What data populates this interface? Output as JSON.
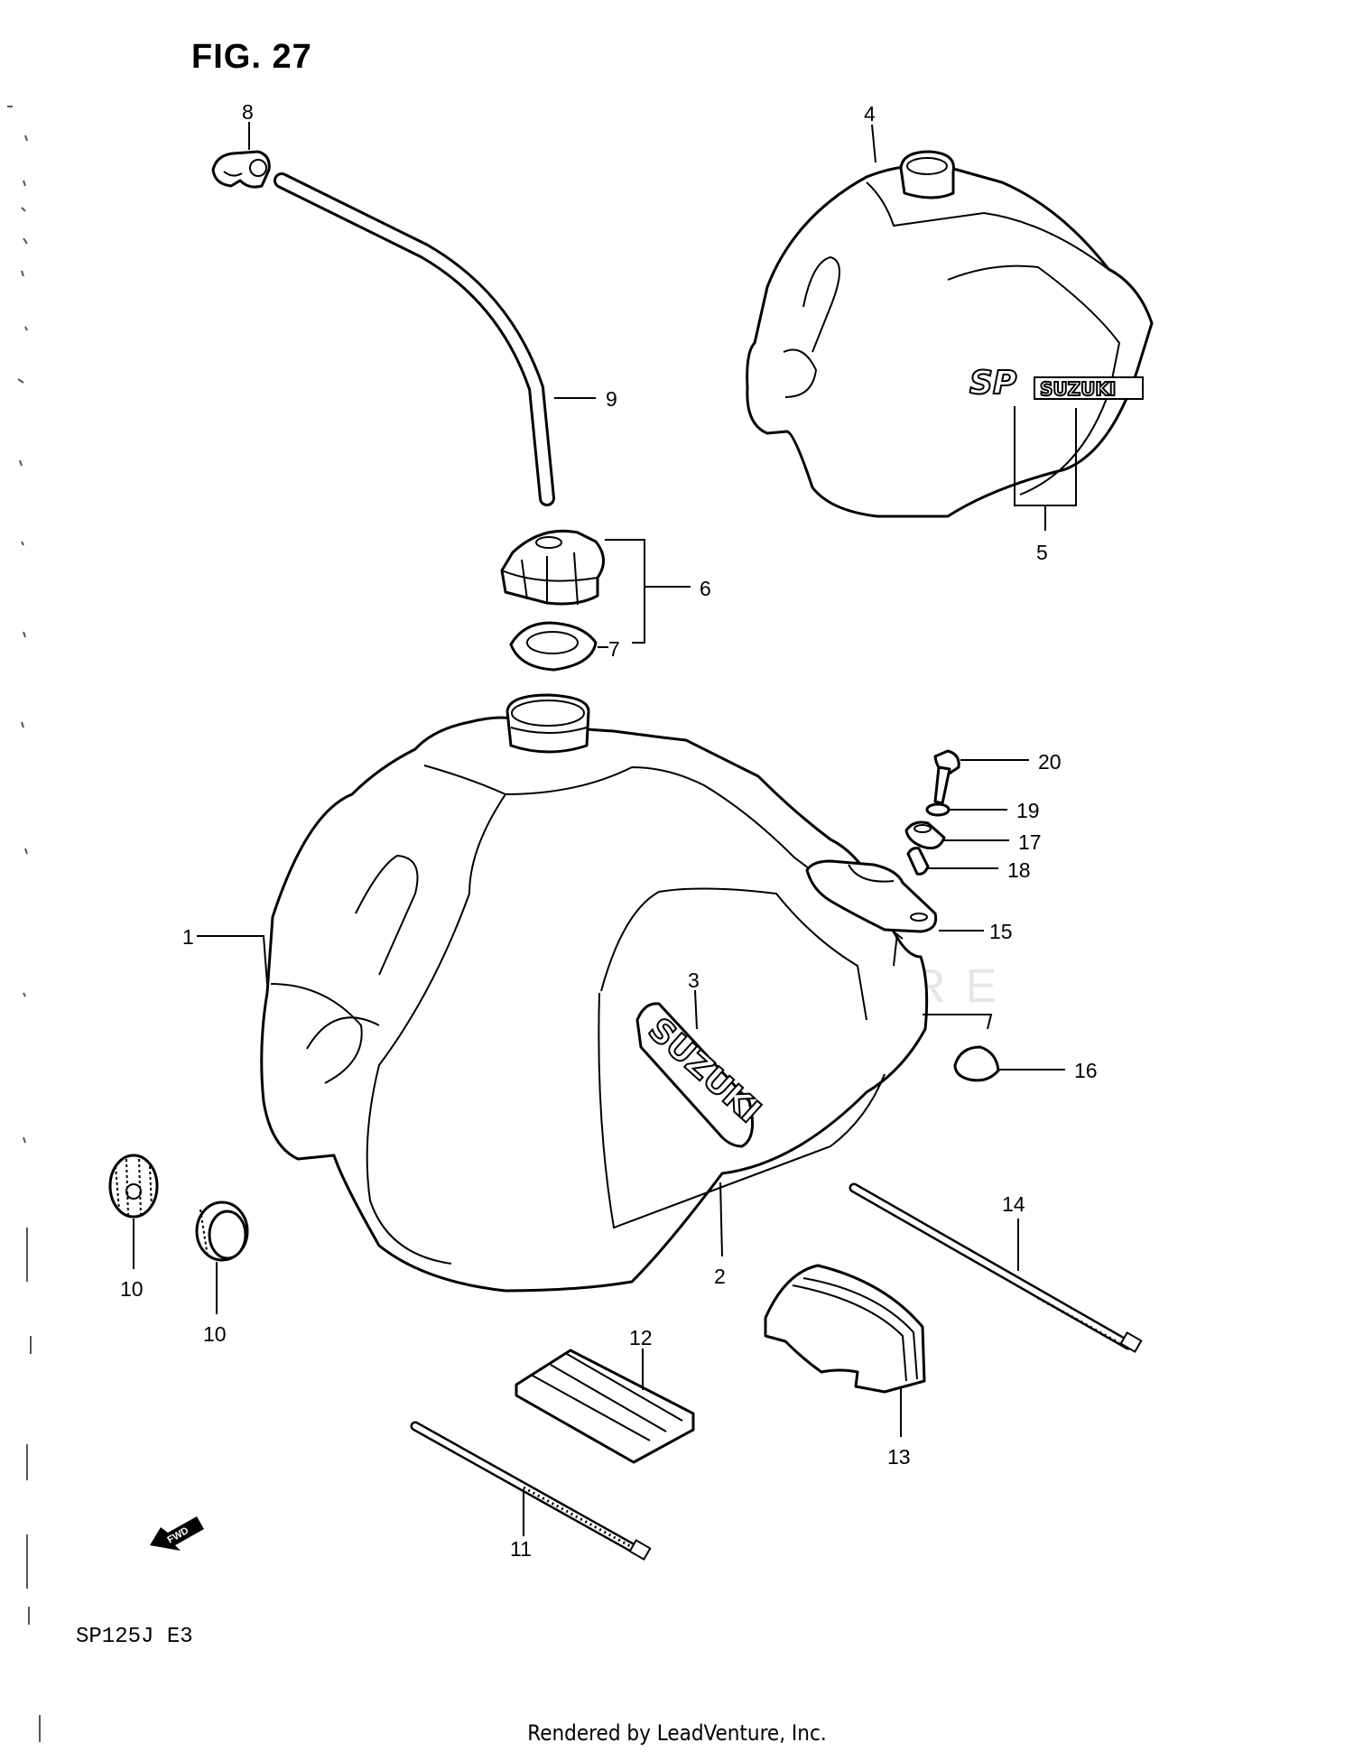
{
  "figure": {
    "title": "FIG. 27",
    "model": "SP125J  E3",
    "footer": "Rendered by LeadVenture, Inc.",
    "watermark": "LEADVENTURE",
    "fwd_label": "FWD",
    "decal_small": "SUZUKI",
    "decal_sp": "SP",
    "decal_main": "SUZUKI"
  },
  "callouts": {
    "c1": "1",
    "c2": "2",
    "c3": "3",
    "c4": "4",
    "c5": "5",
    "c6": "6",
    "c7": "7",
    "c8": "8",
    "c9": "9",
    "c10a": "10",
    "c10b": "10",
    "c11": "11",
    "c12": "12",
    "c13": "13",
    "c14": "14",
    "c15": "15",
    "c16": "16",
    "c17": "17",
    "c18": "18",
    "c19": "19",
    "c20": "20"
  }
}
